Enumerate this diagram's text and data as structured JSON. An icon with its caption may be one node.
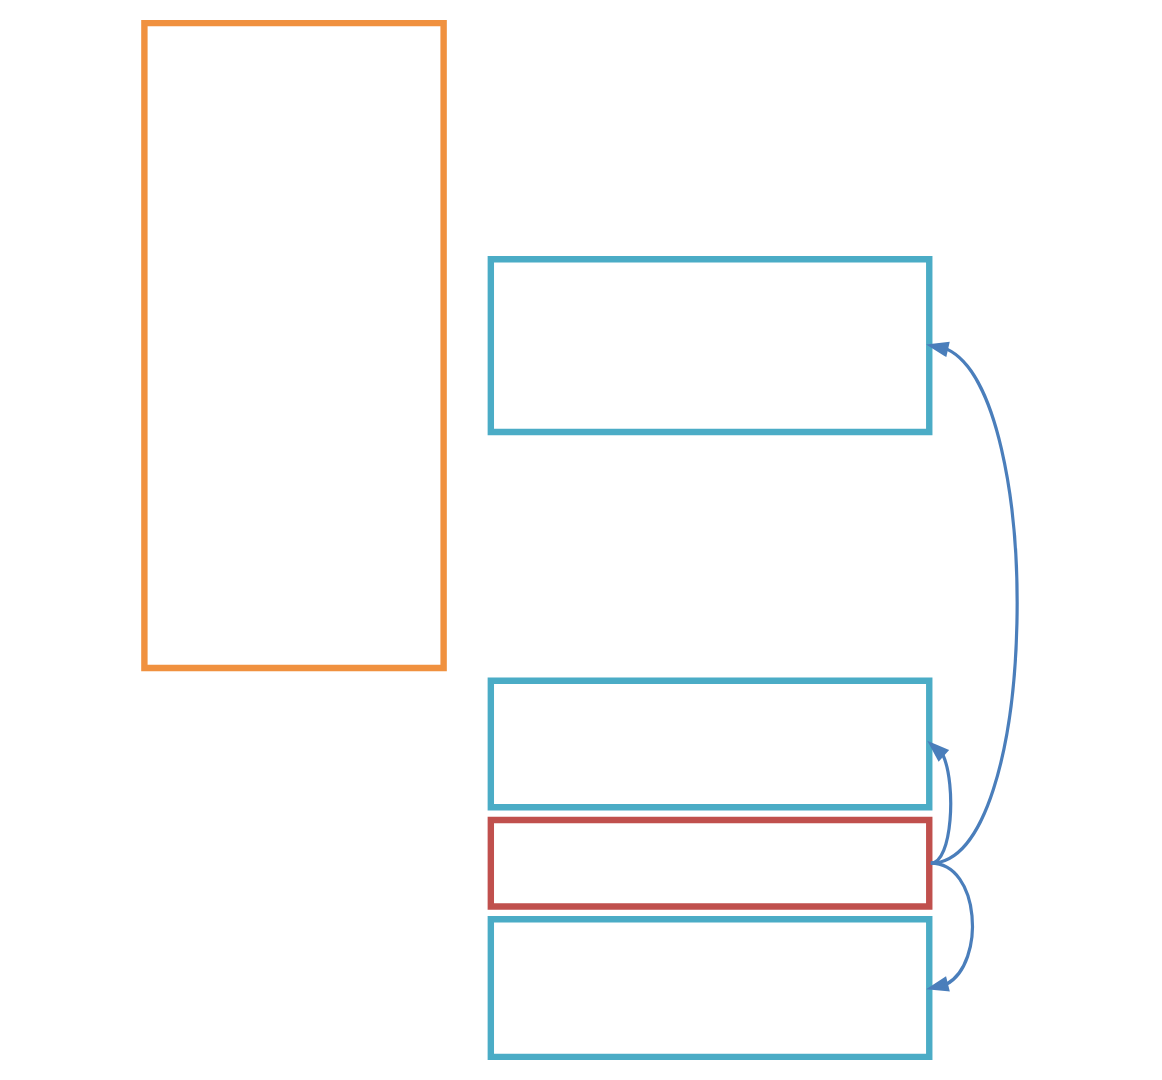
{
  "diagram": {
    "nodes": [
      {
        "text": [],
        "shape": "box"
      },
      {
        "text": [],
        "shape": "box"
      },
      {
        "text": [],
        "shape": "box"
      },
      {
        "text": [],
        "shape": "box"
      },
      {
        "text": [],
        "shape": "box"
      }
    ],
    "edges": [
      {
        "from": 3,
        "to": 1,
        "arrow": "to"
      },
      {
        "from": 3,
        "to": 2,
        "arrow": "to"
      },
      {
        "from": 3,
        "to": 4,
        "arrow": "to"
      }
    ]
  }
}
